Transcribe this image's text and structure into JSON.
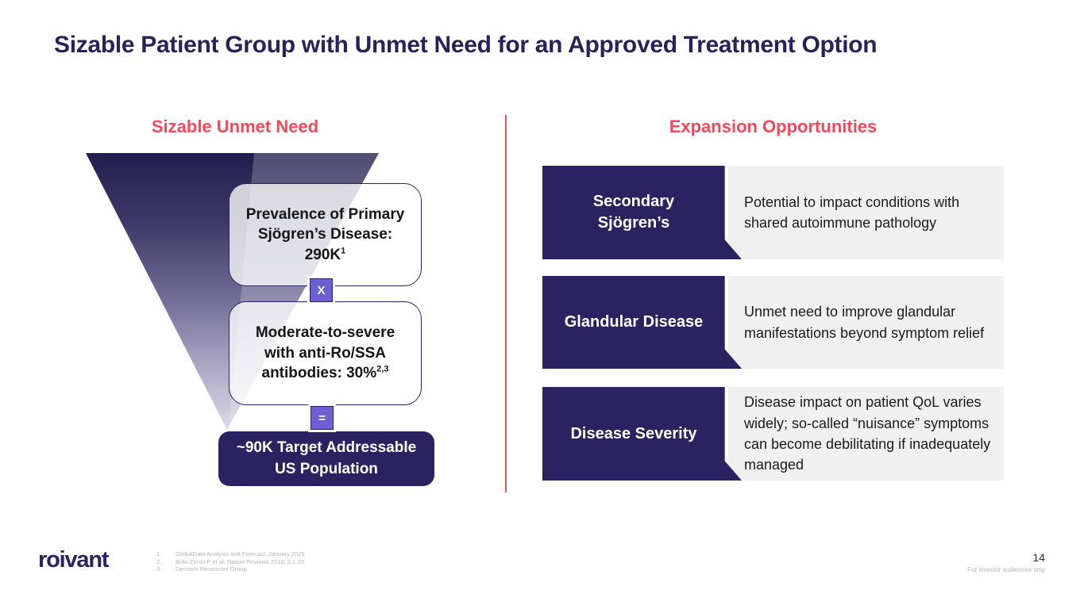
{
  "slide": {
    "title": "Sizable Patient Group with Unmet Need for an Approved Treatment Option",
    "page_number": "14",
    "audience_note": "For investor audiences only"
  },
  "colors": {
    "navy": "#2b2361",
    "red_accent": "#f6485a",
    "operator_purple": "#6b5fd3",
    "gray_panel": "#f0f0f0",
    "footnote_gray": "#b5b5b5"
  },
  "left_panel": {
    "header": "Sizable Unmet Need",
    "funnel": {
      "box1": {
        "lines": [
          "Prevalence of Primary",
          "Sjögren’s Disease:",
          "290K"
        ],
        "sup": "1"
      },
      "operator1": "X",
      "box2": {
        "lines": [
          "Moderate-to-severe",
          "with anti-Ro/SSA",
          "antibodies: 30%"
        ],
        "sup": "2,3"
      },
      "operator2": "=",
      "result": {
        "lines": [
          "~90K Target Addressable",
          "US Population"
        ]
      }
    }
  },
  "right_panel": {
    "header": "Expansion Opportunities",
    "rows": [
      {
        "label_lines": [
          "Secondary",
          "Sjögren’s"
        ],
        "description": "Potential to impact conditions with shared autoimmune pathology"
      },
      {
        "label_lines": [
          "Glandular Disease",
          ""
        ],
        "description": "Unmet need to improve glandular manifestations beyond symptom relief"
      },
      {
        "label_lines": [
          "Disease Severity",
          ""
        ],
        "description": "Disease impact on patient QoL varies widely; so-called “nuisance” symptoms can become debilitating if inadequately managed"
      }
    ]
  },
  "footer": {
    "logo": "roivant",
    "footnotes": [
      {
        "num": "1.",
        "text": "GlobalData Analysis and Forecast, January 2025"
      },
      {
        "num": "2.",
        "text": "Brito-Zeron P et al. Nature Reviews 2016; 2:1-20"
      },
      {
        "num": "3.",
        "text": "Decision Resources Group"
      }
    ]
  }
}
